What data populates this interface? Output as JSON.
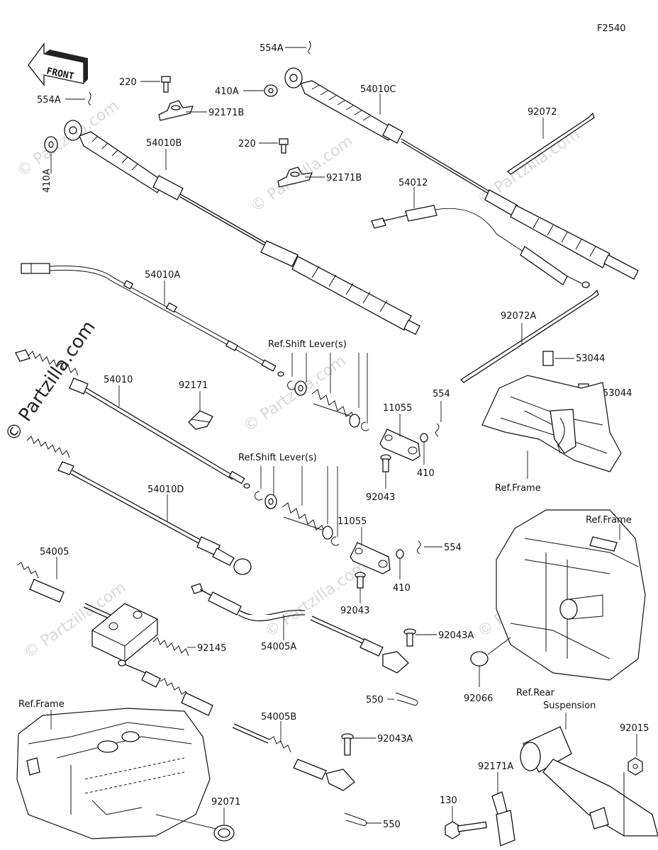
{
  "diagram_code": "F2540",
  "front_arrow_label": "FRONT",
  "watermark": "© Partzilla.com",
  "parts": {
    "p554A_top": "554A",
    "p554A_left": "554A",
    "p220_a": "220",
    "p220_b": "220",
    "p92171B_a": "92171B",
    "p92171B_b": "92171B",
    "p410A_a": "410A",
    "p410A_b": "410A",
    "p54010C": "54010C",
    "p54010B": "54010B",
    "p92072": "92072",
    "p54012": "54012",
    "p54010A": "54010A",
    "p92072A": "92072A",
    "p53044_a": "53044",
    "p53044_b": "53044",
    "p54010": "54010",
    "p92171": "92171",
    "p11055_a": "11055",
    "p11055_b": "11055",
    "p554_a": "554",
    "p554_b": "554",
    "p410_a": "410",
    "p410_b": "410",
    "p92043_a": "92043",
    "p92043_b": "92043",
    "p54010D": "54010D",
    "p54005": "54005",
    "p92145": "92145",
    "p54005A": "54005A",
    "p92043A_a": "92043A",
    "p92043A_b": "92043A",
    "p550_a": "550",
    "p550_b": "550",
    "p92066": "92066",
    "p54005B": "54005B",
    "p92071": "92071",
    "p92015": "92015",
    "p92171A": "92171A",
    "p130": "130"
  },
  "refs": {
    "shift_lever_a": "Ref.Shift Lever(s)",
    "shift_lever_b": "Ref.Shift Lever(s)",
    "frame_a": "Ref.Frame",
    "frame_b": "Ref.Frame",
    "frame_c": "Ref.Frame",
    "rear_suspension_line1": "Ref.Rear",
    "rear_suspension_line2": "Suspension"
  }
}
